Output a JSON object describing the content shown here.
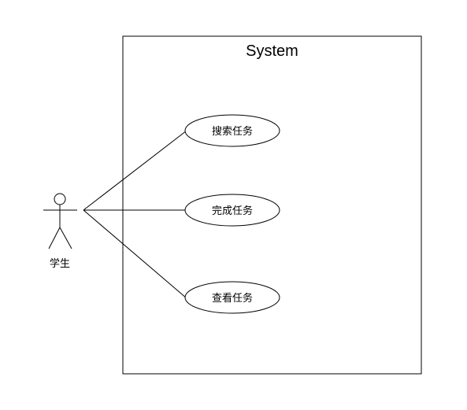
{
  "diagram": {
    "system": {
      "title": "System"
    },
    "actor": {
      "name": "学生"
    },
    "use_cases": [
      {
        "label": "搜索任务"
      },
      {
        "label": "完成任务"
      },
      {
        "label": "查看任务"
      }
    ],
    "colors": {
      "stroke": "#000000",
      "background": "#ffffff"
    }
  }
}
